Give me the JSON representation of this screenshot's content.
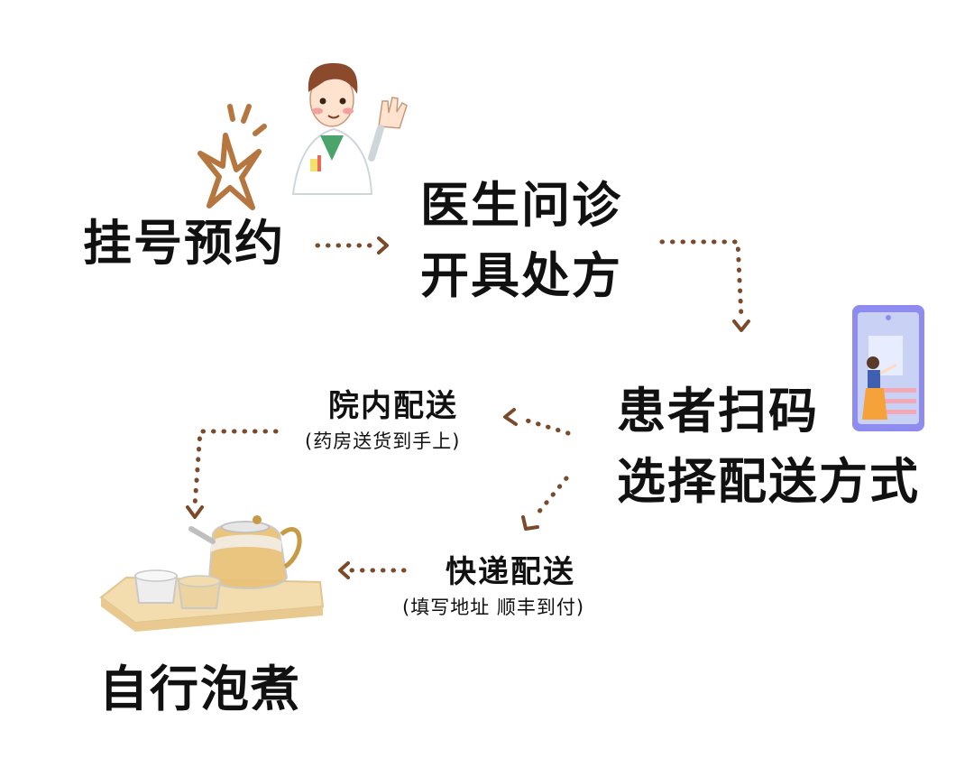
{
  "steps": {
    "register": {
      "label": "挂号预约"
    },
    "consult": {
      "line1": "医生问诊",
      "line2": "开具处方"
    },
    "scan": {
      "line1": "患者扫码",
      "line2": "选择配送方式"
    },
    "hospital_delivery": {
      "label": "院内配送",
      "note": "(药房送货到手上)"
    },
    "express_delivery": {
      "label": "快递配送",
      "note": "(填写地址 顺丰到付)"
    },
    "brew": {
      "label": "自行泡煮"
    }
  },
  "colors": {
    "arrow": "#7a4a2a",
    "text": "#111111",
    "star": "#b5773f",
    "phone": "#8e8cf0",
    "tray": "#f3dcae"
  },
  "icons": [
    "doctor-illustration",
    "star-doodle",
    "phone-illustration",
    "teapot-tray-illustration"
  ]
}
